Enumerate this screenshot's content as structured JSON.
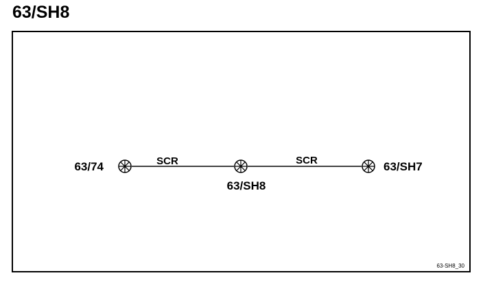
{
  "page_title": "63/SH8",
  "diagram": {
    "nodes": [
      {
        "id": "left",
        "label": "63/74"
      },
      {
        "id": "center",
        "label": "63/SH8"
      },
      {
        "id": "right",
        "label": "63/SH7"
      }
    ],
    "connections": [
      {
        "from": "left",
        "to": "center",
        "label": "SCR"
      },
      {
        "from": "center",
        "to": "right",
        "label": "SCR"
      }
    ],
    "reference_code": "63-SH8_30"
  }
}
